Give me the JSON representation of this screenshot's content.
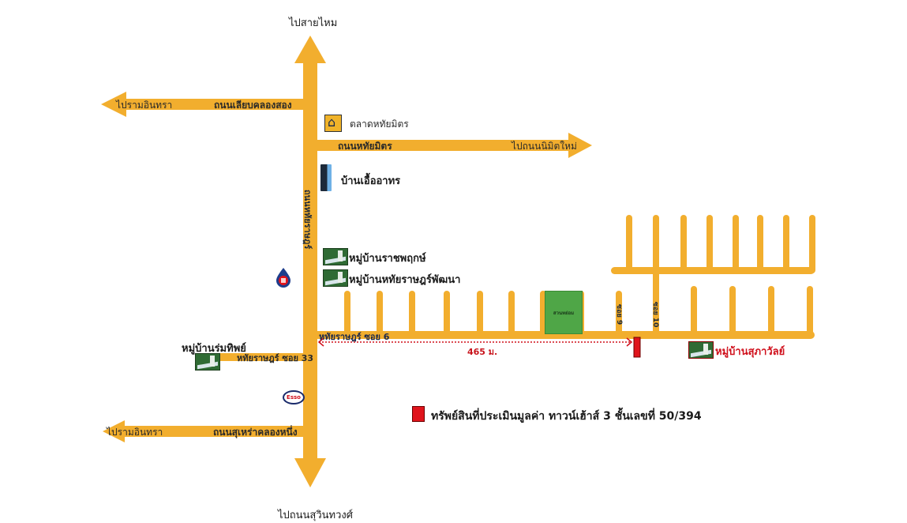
{
  "map": {
    "directions": {
      "north": "ไปสายไหม",
      "south": "ไปถนนสุวินทวงศ์",
      "west_upper": "ไปรามอินทรา",
      "west_lower": "ไปรามอินทรา",
      "east_upper": "ไปถนนนิมิตใหม่"
    },
    "roads": {
      "main_vertical": "ถนนหทัยราษฎร์",
      "upper_left": "ถนนเลียบคลองสอง",
      "upper_right": "ถนนหทัยมิตร",
      "lower_left": "ถนนสุเหร่าคลองหนึ่ง",
      "soi_33": "หทัยราษฎร์ ซอย 33",
      "soi_6": "หทัยราษฎร์ ซอย 6",
      "soi_9": "ซอย 9",
      "soi_10": "ซอย 10"
    },
    "landmarks": {
      "market": "ตลาดหทัยมิตร",
      "building": "บ้านเอื้ออาทร",
      "village_1": "หมู่บ้านราชพฤกษ์",
      "village_2": "หมู่บ้านหทัยราษฎร์พัฒนา",
      "village_3": "หมู่บ้านร่มทิพย์",
      "village_4": "หมู่บ้านสุภาวัลย์",
      "park": "สวนหย่อม",
      "gas_station_1": "PTT",
      "gas_station_2": "Esso"
    },
    "distance": "465 ม.",
    "legend": {
      "label": "ทรัพย์สินที่ประเมินมูลค่า ทาวน์เฮ้าส์ 3 ชั้นเลขที่ 50/394",
      "color": "#e0141c"
    },
    "colors": {
      "road": "#f2ae2e",
      "park": "#4fa647",
      "property": "#e0141c"
    }
  }
}
